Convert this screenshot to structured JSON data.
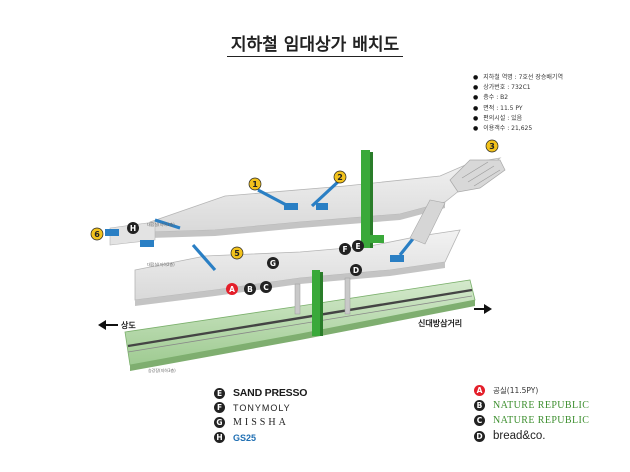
{
  "title": "지하철 임대상가 배치도",
  "info": [
    "지하철 역명 : 7호선 장승배기역",
    "상가번호 : 732C1",
    "층수 : B2",
    "면적 : 11.5 PY",
    "편의시설 : 있음",
    "이용객수 : 21,625"
  ],
  "exits": [
    "1",
    "2",
    "3",
    "5",
    "6"
  ],
  "stores": [
    {
      "id": "A",
      "label": "공실(11.5PY)"
    },
    {
      "id": "B",
      "label": "NATURE REPUBLIC"
    },
    {
      "id": "C",
      "label": "NATURE REPUBLIC"
    },
    {
      "id": "D",
      "label": "bread&co."
    },
    {
      "id": "E",
      "label": "SAND PRESSO"
    },
    {
      "id": "F",
      "label": "TONYMOLY"
    },
    {
      "id": "G",
      "label": "MISSHA"
    },
    {
      "id": "H",
      "label": "GS25"
    }
  ],
  "directions": {
    "left": "상도",
    "right": "신대방삼거리"
  },
  "colors": {
    "vacant": "#e41f2a",
    "store": "#222222",
    "exit": "#f2c21c",
    "elevator": "#3aa93a",
    "escalator": "#2a7fc4",
    "platform": "#a9d39c"
  }
}
